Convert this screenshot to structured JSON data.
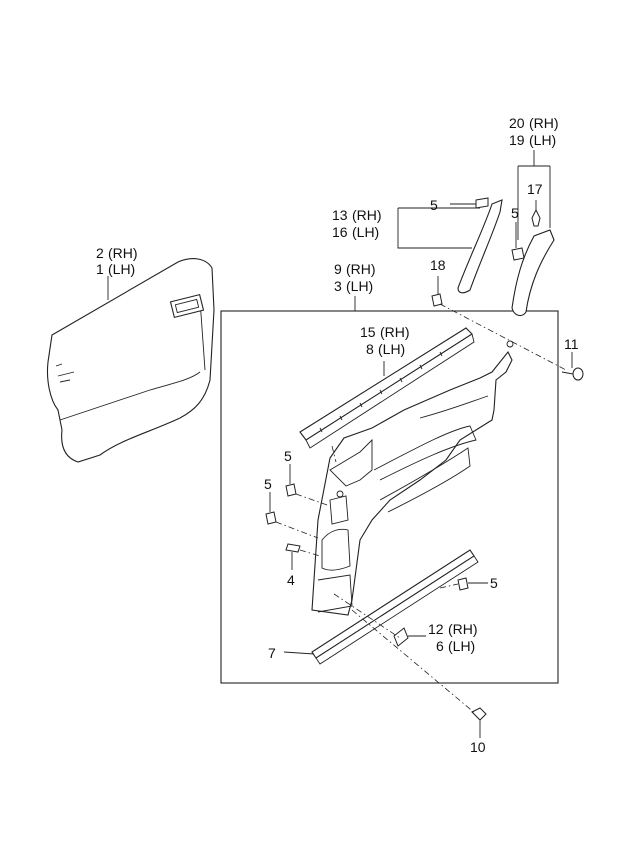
{
  "callouts": {
    "c2": "2",
    "c2_side": "(RH)",
    "c1": "1",
    "c1_side": "(LH)",
    "c20": "20",
    "c20_side": "(RH)",
    "c19": "19",
    "c19_side": "(LH)",
    "c17": "17",
    "c5_top_right": "5",
    "c13": "13",
    "c13_side": "(RH)",
    "c16": "16",
    "c16_side": "(LH)",
    "c5_top": "5",
    "c18": "18",
    "c9": "9",
    "c9_side": "(RH)",
    "c3": "3",
    "c3_side": "(LH)",
    "c15": "15",
    "c15_side": "(RH)",
    "c8": "8",
    "c8_side": "(LH)",
    "c11": "11",
    "c5_left_upper": "5",
    "c5_left_lower": "5",
    "c4": "4",
    "c5_right": "5",
    "c12": "12",
    "c12_side": "(RH)",
    "c6": "6",
    "c6_side": "(LH)",
    "c7": "7",
    "c10": "10"
  }
}
